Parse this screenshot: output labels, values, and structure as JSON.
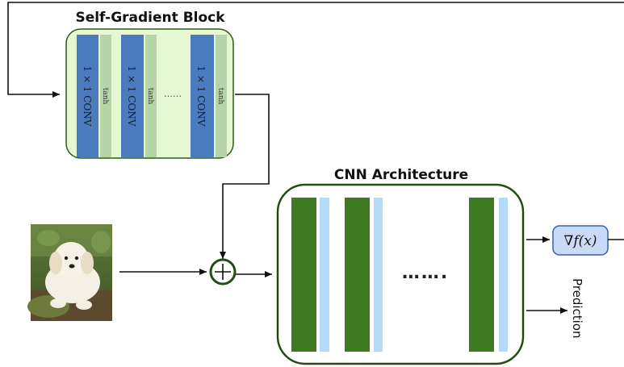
{
  "self_gradient_block": {
    "title": "Self-Gradient Block",
    "conv_label": "1 × 1 CONV",
    "act_label": "tanh",
    "dots": "……"
  },
  "cnn": {
    "title": "CNN Architecture",
    "dots": "……."
  },
  "outputs": {
    "gradient": "∇f(x)",
    "prediction": "Prediction"
  },
  "colors": {
    "sgb_fill": "#e6f7d4",
    "sgb_border": "#2f5a17",
    "conv_blue": "#4a7bbf",
    "tanh_green": "#b7d3a8",
    "cnn_border": "#234d15",
    "cnn_green": "#3d7a22",
    "cnn_light_blue": "#b3daf6",
    "grad_box_fill": "#c9daf8",
    "grad_box_border": "#3a5fa0"
  },
  "icons": {
    "sum_node": "circled-plus",
    "input_image": "puppy-photo"
  }
}
